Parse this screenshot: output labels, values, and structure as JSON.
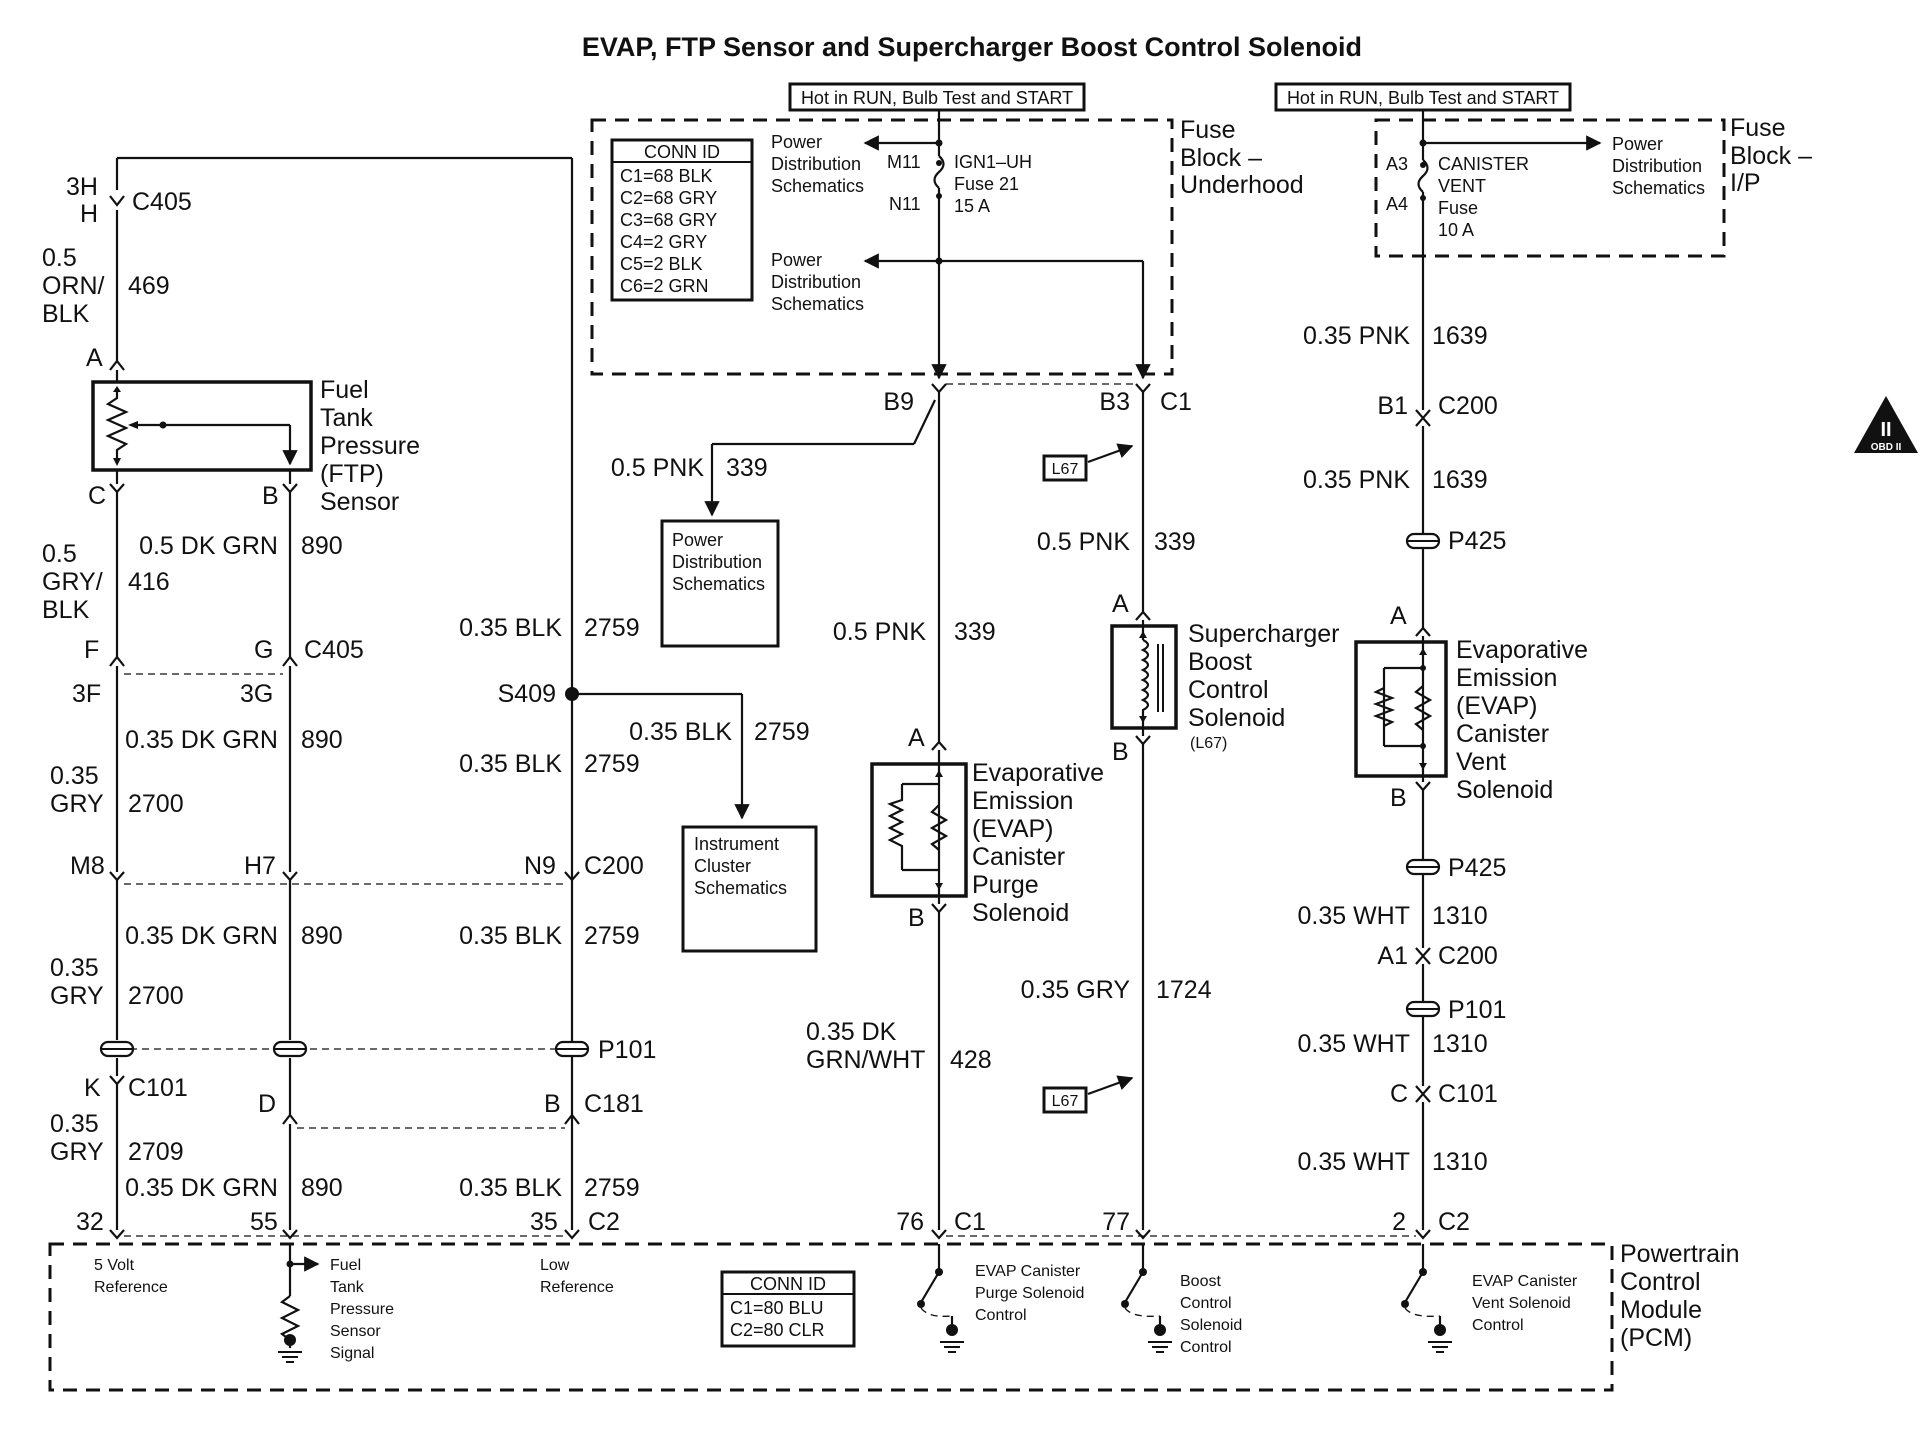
{
  "title": "EVAP, FTP Sensor and Supercharger Boost Control Solenoid",
  "hot_labels": [
    "Hot in RUN, Bulb Test and START",
    "Hot in RUN, Bulb Test and START"
  ],
  "fuse_block_underhood": {
    "label": [
      "Fuse",
      "Block –",
      "Underhood"
    ],
    "conn_id": {
      "header": "CONN ID",
      "rows": [
        "C1=68 BLK",
        "C2=68 GRY",
        "C3=68 GRY",
        "C4=2 GRY",
        "C5=2 BLK",
        "C6=2 GRN"
      ]
    },
    "fuse_lines": [
      "IGN1–UH",
      "Fuse 21",
      "15 A"
    ],
    "terminals": [
      "M11",
      "N11"
    ],
    "pds_top": [
      "Power",
      "Distribution",
      "Schematics"
    ],
    "pds_mid": [
      "Power",
      "Distribution",
      "Schematics"
    ]
  },
  "fuse_block_ip": {
    "label": [
      "Fuse",
      "Block –",
      "I/P"
    ],
    "fuse_lines": [
      "CANISTER",
      "VENT",
      "Fuse",
      "10 A"
    ],
    "terminals": [
      "A3",
      "A4"
    ],
    "pds": [
      "Power",
      "Distribution",
      "Schematics"
    ]
  },
  "obd_badge": {
    "top": "II",
    "bottom": "OBD II"
  },
  "ftp_sensor": {
    "label": [
      "Fuel",
      "Tank",
      "Pressure",
      "(FTP)",
      "Sensor"
    ],
    "pins": {
      "a": "A",
      "c": "C",
      "b": "B"
    }
  },
  "wires": {
    "c405_top": {
      "pin1": "3H",
      "pin2": "H",
      "connector": "C405"
    },
    "w469": {
      "size": [
        "0.5",
        "ORN/",
        "BLK"
      ],
      "circuit": "469"
    },
    "w890_1": {
      "size": "0.5 DK GRN",
      "circuit": "890"
    },
    "w416": {
      "size": [
        "0.5",
        "GRY/",
        "BLK"
      ],
      "circuit": "416"
    },
    "c405_mid": {
      "f": "F",
      "g": "G",
      "connector": "C405",
      "f3": "3F",
      "g3": "3G"
    },
    "w2759_1": {
      "size": "0.35 BLK",
      "circuit": "2759"
    },
    "s409": "S409",
    "w2759_2": {
      "size": "0.35 BLK",
      "circuit": "2759"
    },
    "w2759_3": {
      "size": "0.35 BLK",
      "circuit": "2759"
    },
    "w890_2": {
      "size": "0.35 DK GRN",
      "circuit": "890"
    },
    "w2700_1": {
      "size": [
        "0.35",
        "GRY"
      ],
      "circuit": "2700"
    },
    "c200_left": {
      "m8": "M8",
      "h7": "H7",
      "n9": "N9",
      "connector": "C200"
    },
    "w890_3": {
      "size": "0.35 DK GRN",
      "circuit": "890"
    },
    "w2759_4": {
      "size": "0.35 BLK",
      "circuit": "2759"
    },
    "w2700_2": {
      "size": [
        "0.35",
        "GRY"
      ],
      "circuit": "2700"
    },
    "p101_left": "P101",
    "c101_left": {
      "k": "K",
      "connector": "C101"
    },
    "c181": {
      "d": "D",
      "b": "B",
      "connector": "C181"
    },
    "w2709": {
      "size": [
        "0.35",
        "GRY"
      ],
      "circuit": "2709"
    },
    "w890_4": {
      "size": "0.35 DK GRN",
      "circuit": "890"
    },
    "w2759_5": {
      "size": "0.35 BLK",
      "circuit": "2759"
    },
    "pcm_c2_left": {
      "p32": "32",
      "p55": "55",
      "p35": "35",
      "connector": "C2"
    },
    "b9": "B9",
    "w339_a": {
      "size": "0.5 PNK",
      "circuit": "339"
    },
    "w339_b": {
      "size": "0.5 PNK",
      "circuit": "339"
    },
    "b3": "B3",
    "c1_top": "C1",
    "l67_1": "L67",
    "w339_c": {
      "size": "0.5 PNK",
      "circuit": "339"
    },
    "w428": {
      "size": [
        "0.35 DK",
        "GRN/WHT"
      ],
      "circuit": "428"
    },
    "w1724": {
      "size": "0.35 GRY",
      "circuit": "1724"
    },
    "l67_2": "L67",
    "pcm_c1": {
      "p76": "76",
      "p77": "77",
      "connector": "C1"
    },
    "w1639_1": {
      "size": "0.35 PNK",
      "circuit": "1639"
    },
    "c200_b1": {
      "pin": "B1",
      "connector": "C200"
    },
    "w1639_2": {
      "size": "0.35 PNK",
      "circuit": "1639"
    },
    "p425_1": "P425",
    "p425_2": "P425",
    "w1310_1": {
      "size": "0.35 WHT",
      "circuit": "1310"
    },
    "c200_a1": {
      "pin": "A1",
      "connector": "C200"
    },
    "p101_right": "P101",
    "w1310_2": {
      "size": "0.35 WHT",
      "circuit": "1310"
    },
    "c101_right": {
      "pin": "C",
      "connector": "C101"
    },
    "w1310_3": {
      "size": "0.35 WHT",
      "circuit": "1310"
    },
    "pcm_c2_right": {
      "pin": "2",
      "connector": "C2"
    }
  },
  "pds_box": [
    "Power",
    "Distribution",
    "Schematics"
  ],
  "ic_box": [
    "Instrument",
    "Cluster",
    "Schematics"
  ],
  "purge_solenoid": {
    "label": [
      "Evaporative",
      "Emission",
      "(EVAP)",
      "Canister",
      "Purge",
      "Solenoid"
    ],
    "pins": {
      "a": "A",
      "b": "B"
    }
  },
  "boost_solenoid": {
    "label": [
      "Supercharger",
      "Boost",
      "Control",
      "Solenoid"
    ],
    "sub": "(L67)",
    "pins": {
      "a": "A",
      "b": "B"
    }
  },
  "vent_solenoid": {
    "label": [
      "Evaporative",
      "Emission",
      "(EVAP)",
      "Canister",
      "Vent",
      "Solenoid"
    ],
    "pins": {
      "a": "A",
      "b": "B"
    }
  },
  "pcm": {
    "label": [
      "Powertrain",
      "Control",
      "Module",
      "(PCM)"
    ],
    "five_volt": [
      "5 Volt",
      "Reference"
    ],
    "ftp_signal": [
      "Fuel",
      "Tank",
      "Pressure",
      "Sensor",
      "Signal"
    ],
    "low_ref": [
      "Low",
      "Reference"
    ],
    "conn_id": {
      "header": "CONN ID",
      "rows": [
        "C1=80 BLU",
        "C2=80 CLR"
      ]
    },
    "purge_ctrl": [
      "EVAP Canister",
      "Purge Solenoid",
      "Control"
    ],
    "boost_ctrl": [
      "Boost",
      "Control",
      "Solenoid",
      "Control"
    ],
    "vent_ctrl": [
      "EVAP Canister",
      "Vent Solenoid",
      "Control"
    ]
  }
}
